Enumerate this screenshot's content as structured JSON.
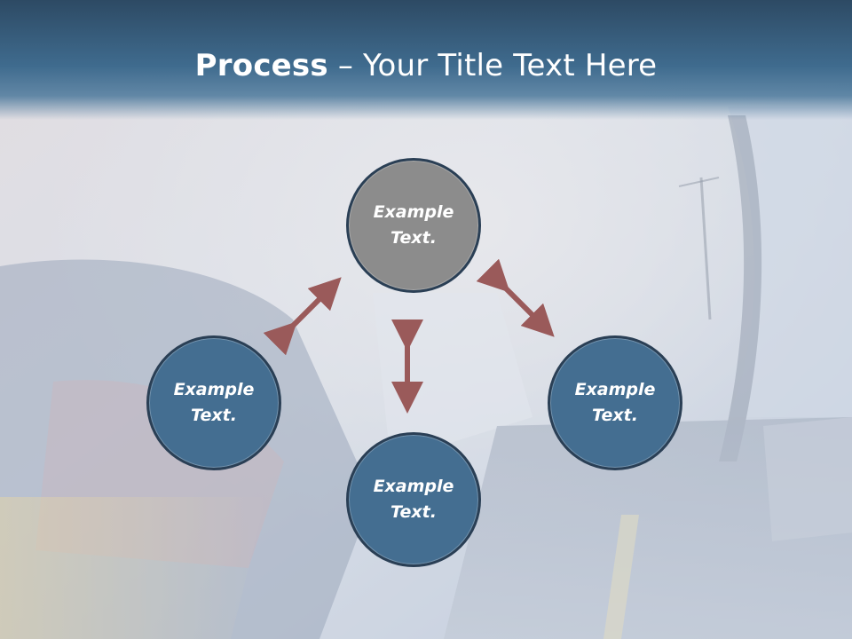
{
  "title": {
    "bold": "Process",
    "separator": " – ",
    "rest": "Your Title Text Here"
  },
  "nodes": [
    {
      "id": "top",
      "line1": "Example",
      "line2": "Text.",
      "color": "#8c8c8c"
    },
    {
      "id": "left",
      "line1": "Example",
      "line2": "Text.",
      "color": "#446e91"
    },
    {
      "id": "bottom",
      "line1": "Example",
      "line2": "Text.",
      "color": "#446e91"
    },
    {
      "id": "right",
      "line1": "Example",
      "line2": "Text.",
      "color": "#446e91"
    }
  ],
  "colors": {
    "title_band": "#3f6b8e",
    "arrow": "#9a5a5a",
    "circle_border": "#2a3f55"
  }
}
